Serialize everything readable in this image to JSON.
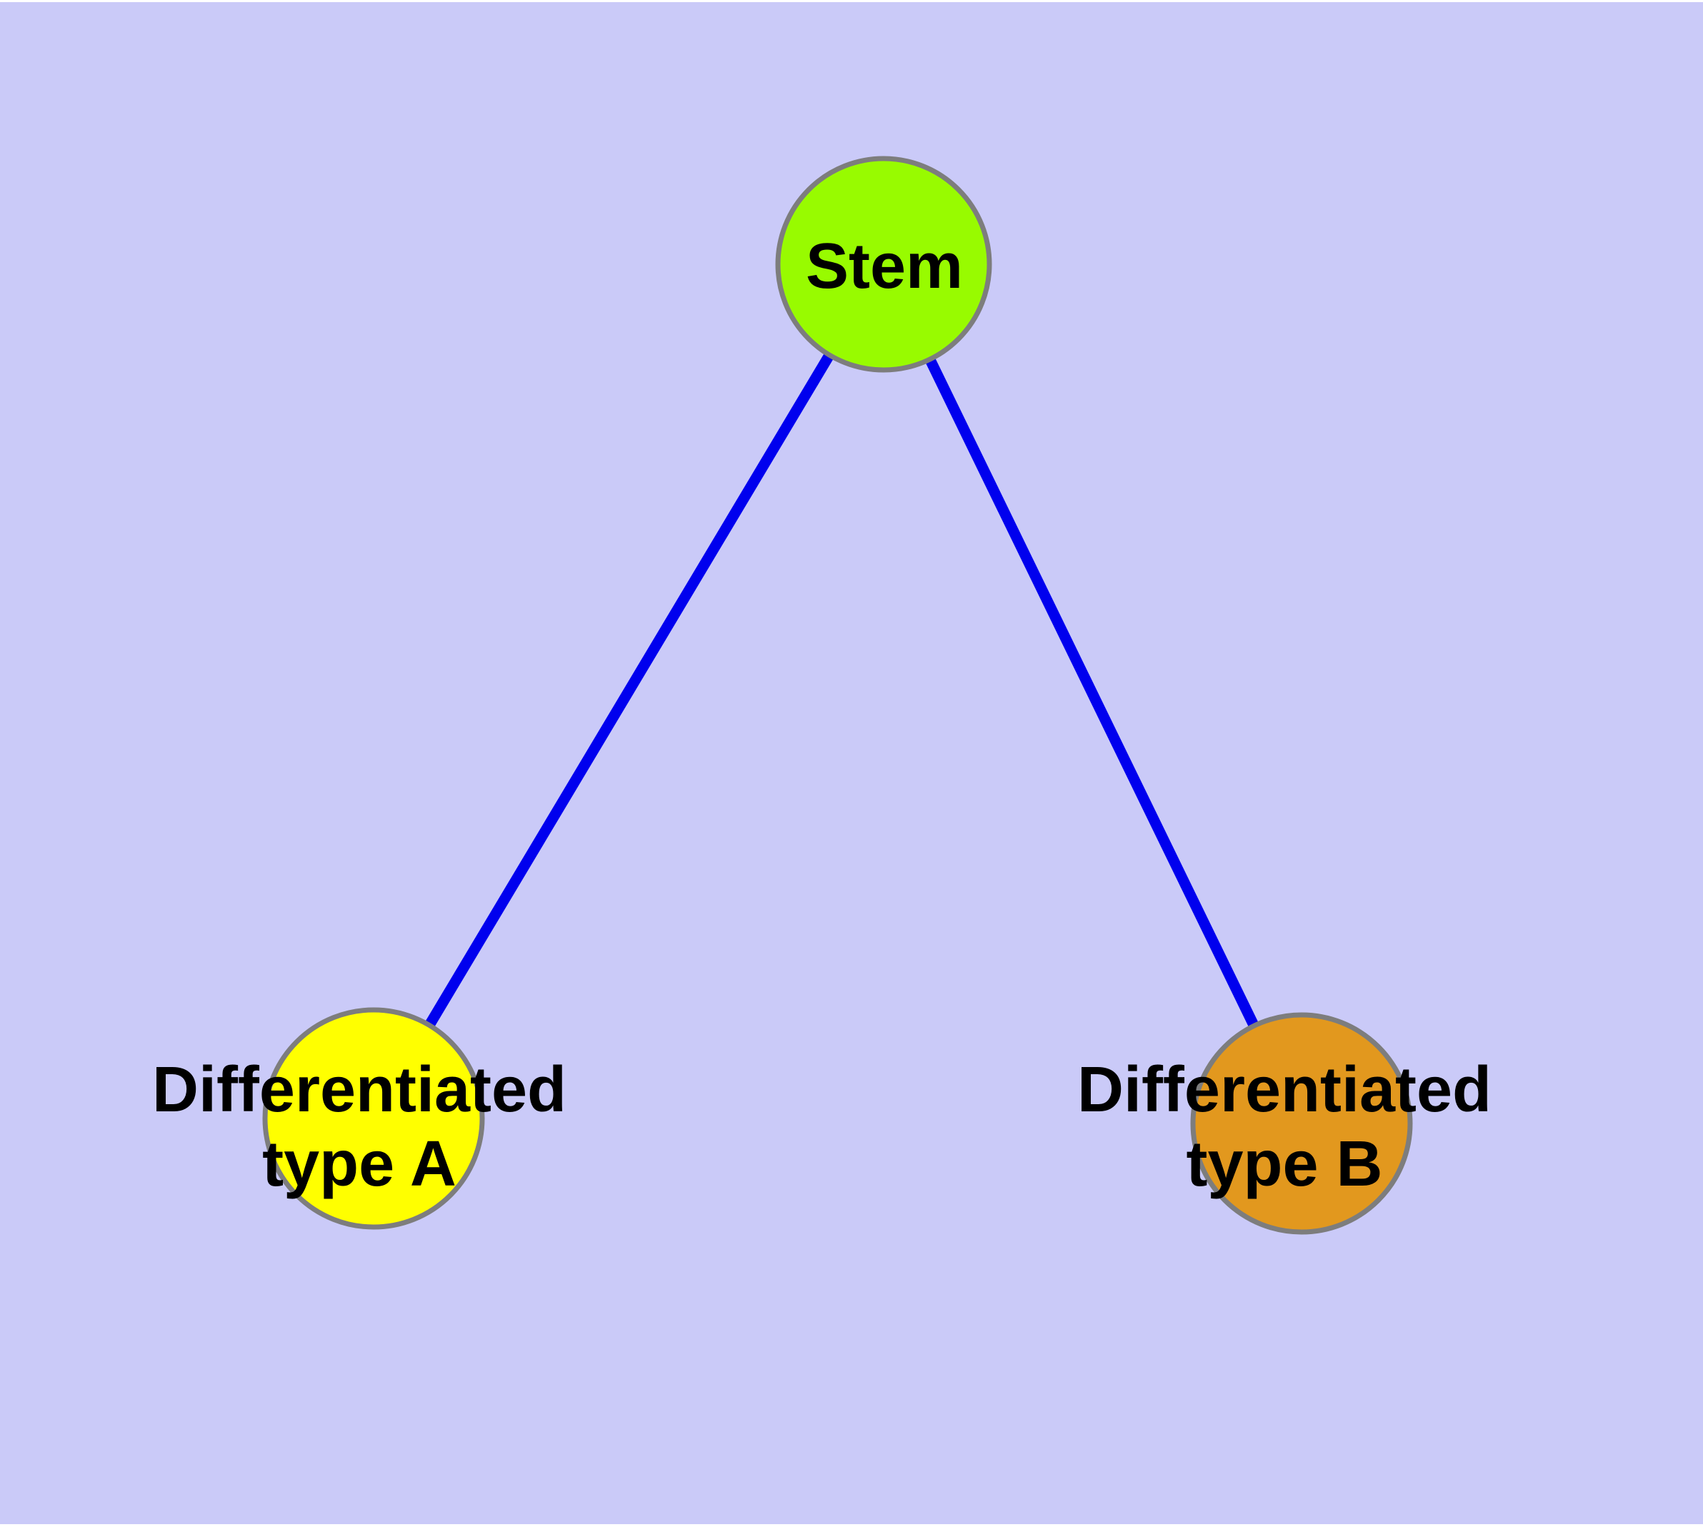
{
  "diagram": {
    "type": "node-link-graph",
    "background_color": "#CACAF8",
    "edge_color": "#0000EE",
    "node_border_color": "#7D7D7D",
    "text_color": "#000000",
    "nodes": {
      "stem": {
        "label": "Stem",
        "color": "#98FB00"
      },
      "type_a": {
        "label_line1": "Differentiated",
        "label_line2": "type A",
        "color": "#FFFF00"
      },
      "type_b": {
        "label_line1": "Differentiated",
        "label_line2": "type B",
        "color": "#E2981E"
      }
    },
    "edges": [
      {
        "from": "Stem",
        "to": "Differentiated type A"
      },
      {
        "from": "Stem",
        "to": "Differentiated type B"
      }
    ]
  }
}
